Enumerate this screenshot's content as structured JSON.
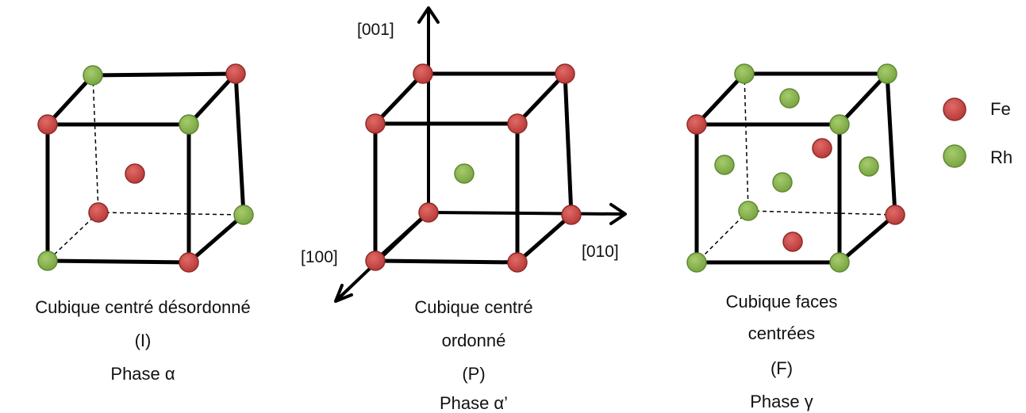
{
  "colors": {
    "fe": "#c94a48",
    "rh": "#8db851",
    "line": "#000000"
  },
  "axes": {
    "z_label": "[001]",
    "y_label": "[010]",
    "x_label": "[100]"
  },
  "legend": [
    {
      "symbol": "fe-atom",
      "label": "Fe"
    },
    {
      "symbol": "rh-atom",
      "label": "Rh"
    }
  ],
  "cells": [
    {
      "caption": [
        "Cubique centré désordonné",
        "(I)",
        "Phase α"
      ]
    },
    {
      "caption": [
        "Cubique centré",
        "ordonné",
        "(P)",
        "Phase α’"
      ]
    },
    {
      "caption": [
        "Cubique faces",
        "centrées",
        "(F)",
        "Phase γ"
      ]
    }
  ]
}
